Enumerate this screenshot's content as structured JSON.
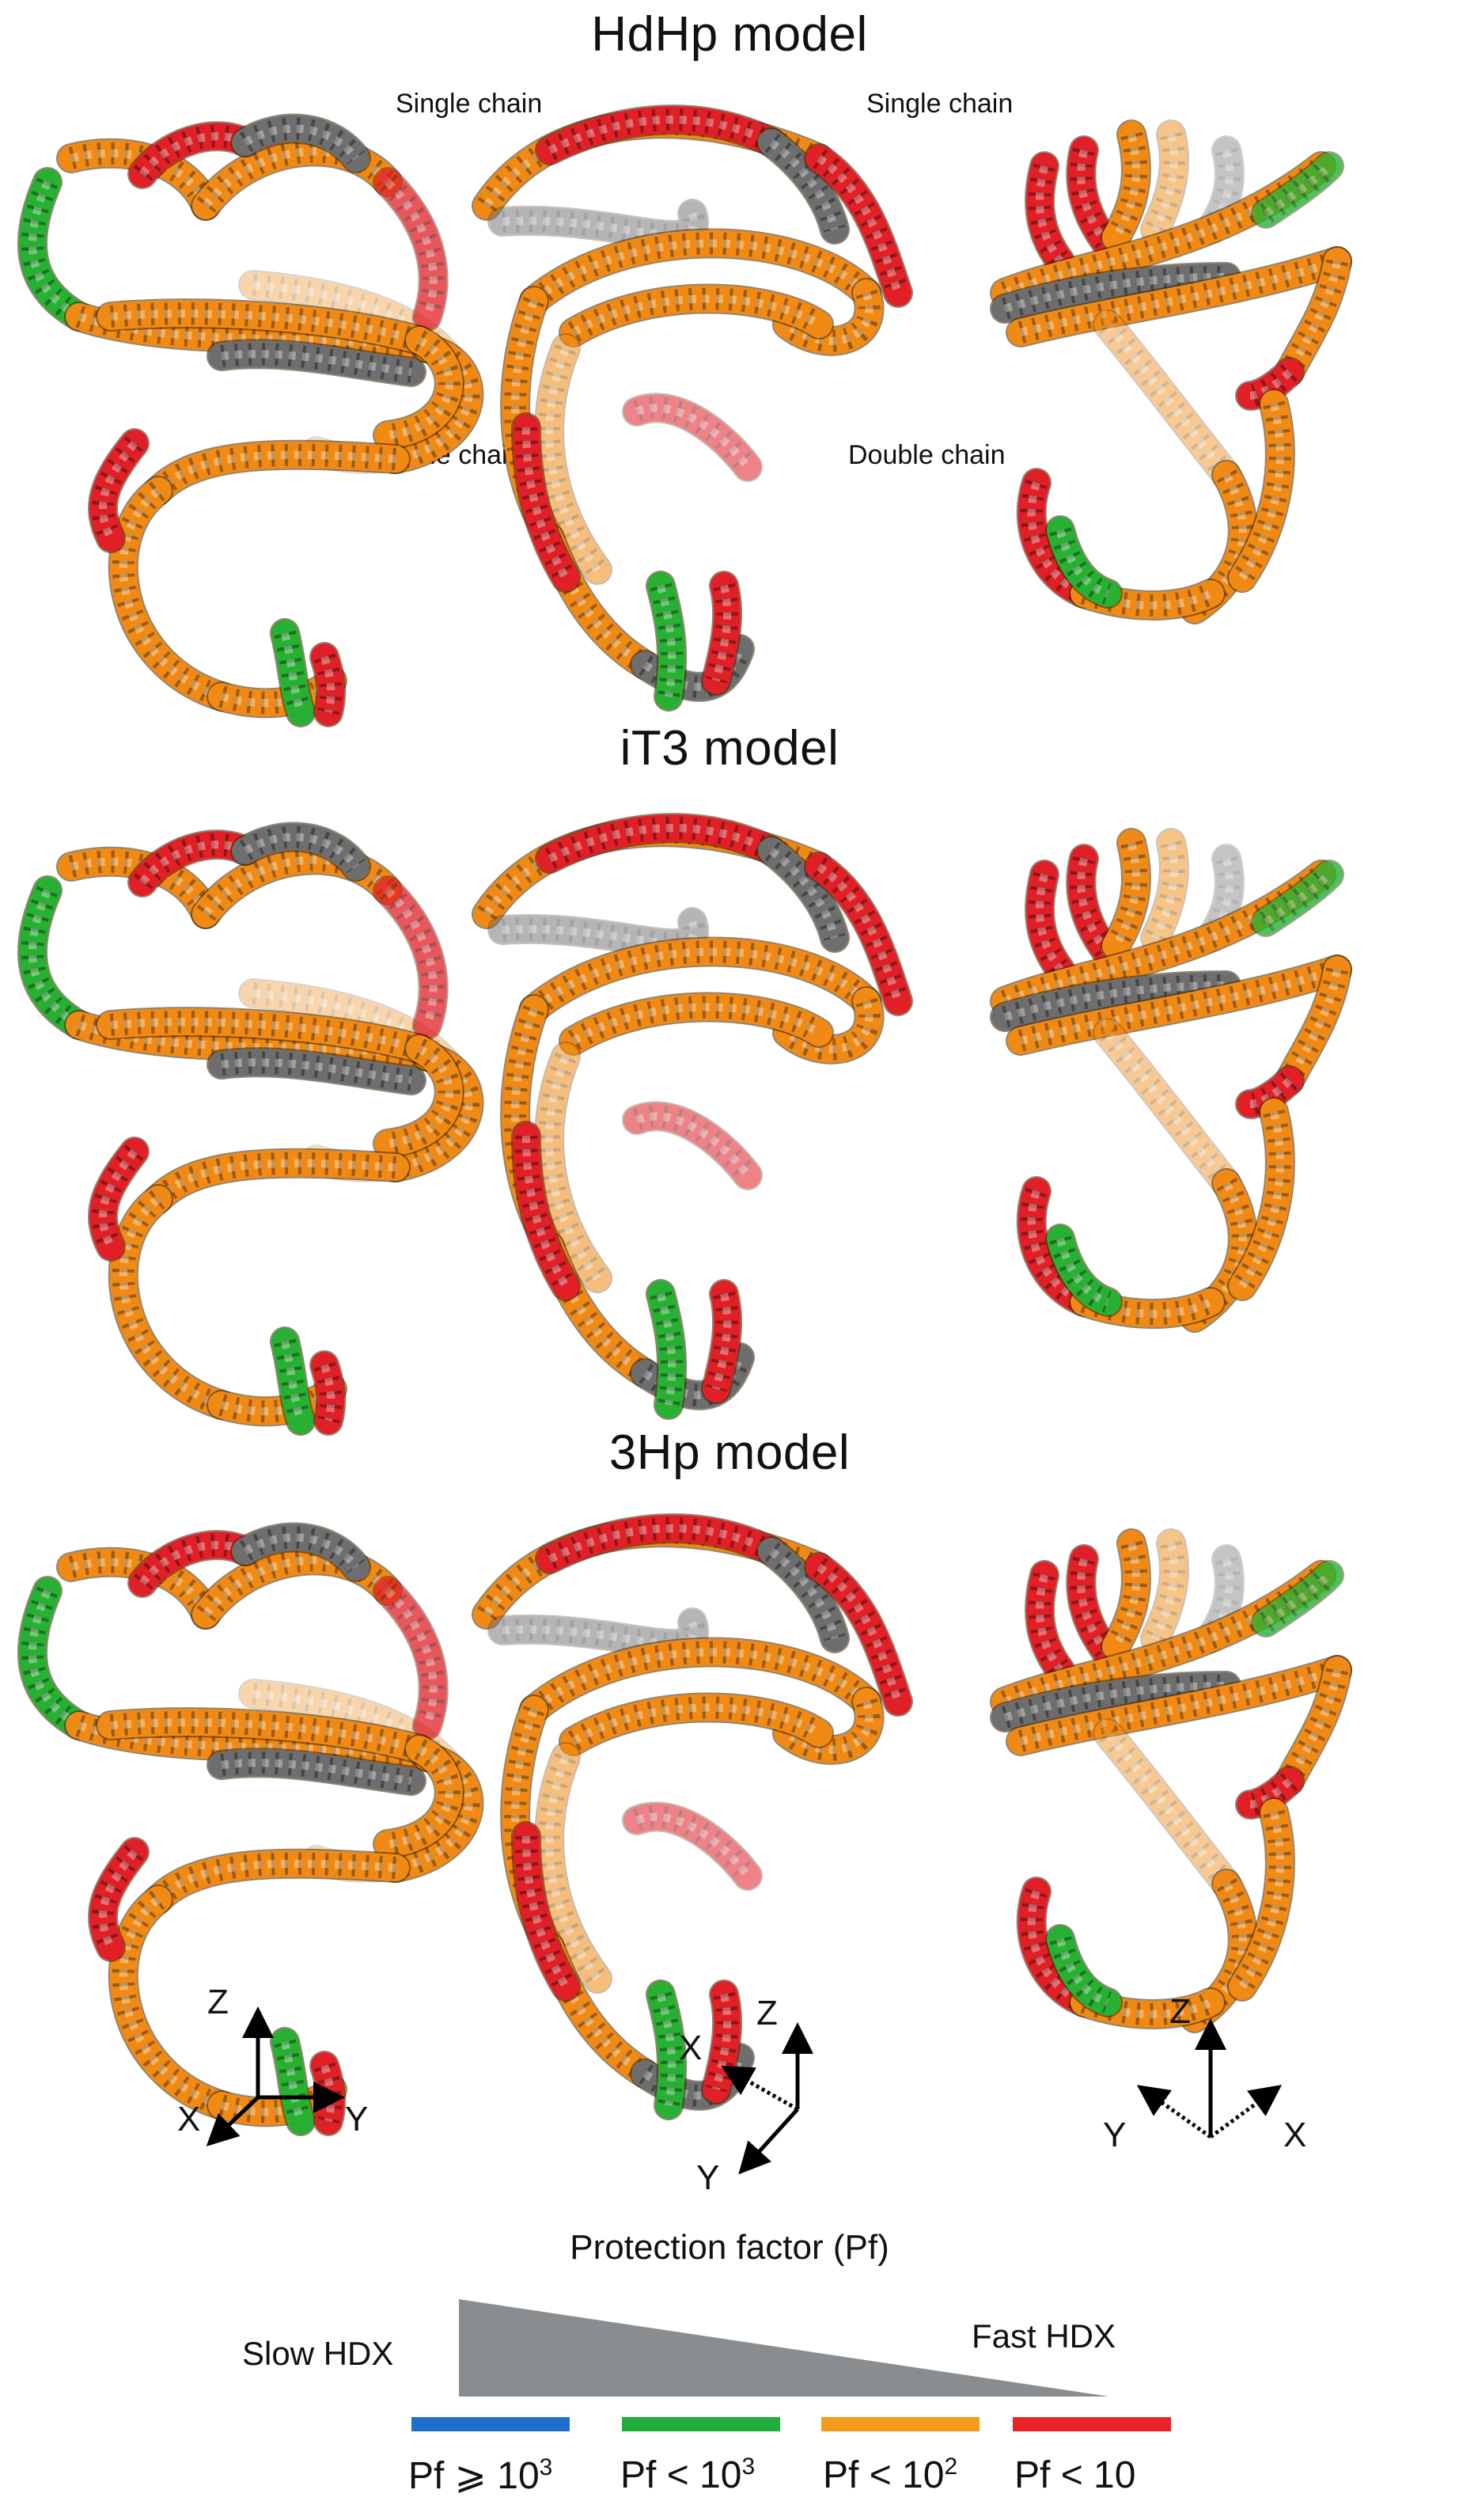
{
  "panels": [
    {
      "title": "HdHp model"
    },
    {
      "title": "iT3 model"
    },
    {
      "title": "3Hp model"
    }
  ],
  "annotations": {
    "single_chain_left": "Single chain",
    "single_chain_right": "Single chain",
    "double_chain_left": "Double chain",
    "double_chain_right": "Double chain"
  },
  "axes": [
    {
      "up": "Z",
      "left": "X",
      "right": "Y"
    },
    {
      "up": "Z",
      "left": "X",
      "down": "Y"
    },
    {
      "up": "Z",
      "left": "Y",
      "right": "X"
    }
  ],
  "legend": {
    "title": "Protection factor (Pf)",
    "slow": "Slow HDX",
    "fast": "Fast HDX",
    "items": [
      {
        "prefix": "Pf ⩾ 10",
        "exp": "3",
        "color": "#1f6fd1"
      },
      {
        "prefix": "Pf < 10",
        "exp": "3",
        "color": "#1fae3c"
      },
      {
        "prefix": "Pf < 10",
        "exp": "2",
        "color": "#f59a1b"
      },
      {
        "prefix": "Pf < 10",
        "exp": "",
        "color": "#e8232a"
      }
    ]
  },
  "colors": {
    "orange": "#f08a14",
    "red": "#e01f26",
    "green": "#27b032",
    "gray": "#6e6e6e",
    "wedge": "#8a8d90"
  }
}
